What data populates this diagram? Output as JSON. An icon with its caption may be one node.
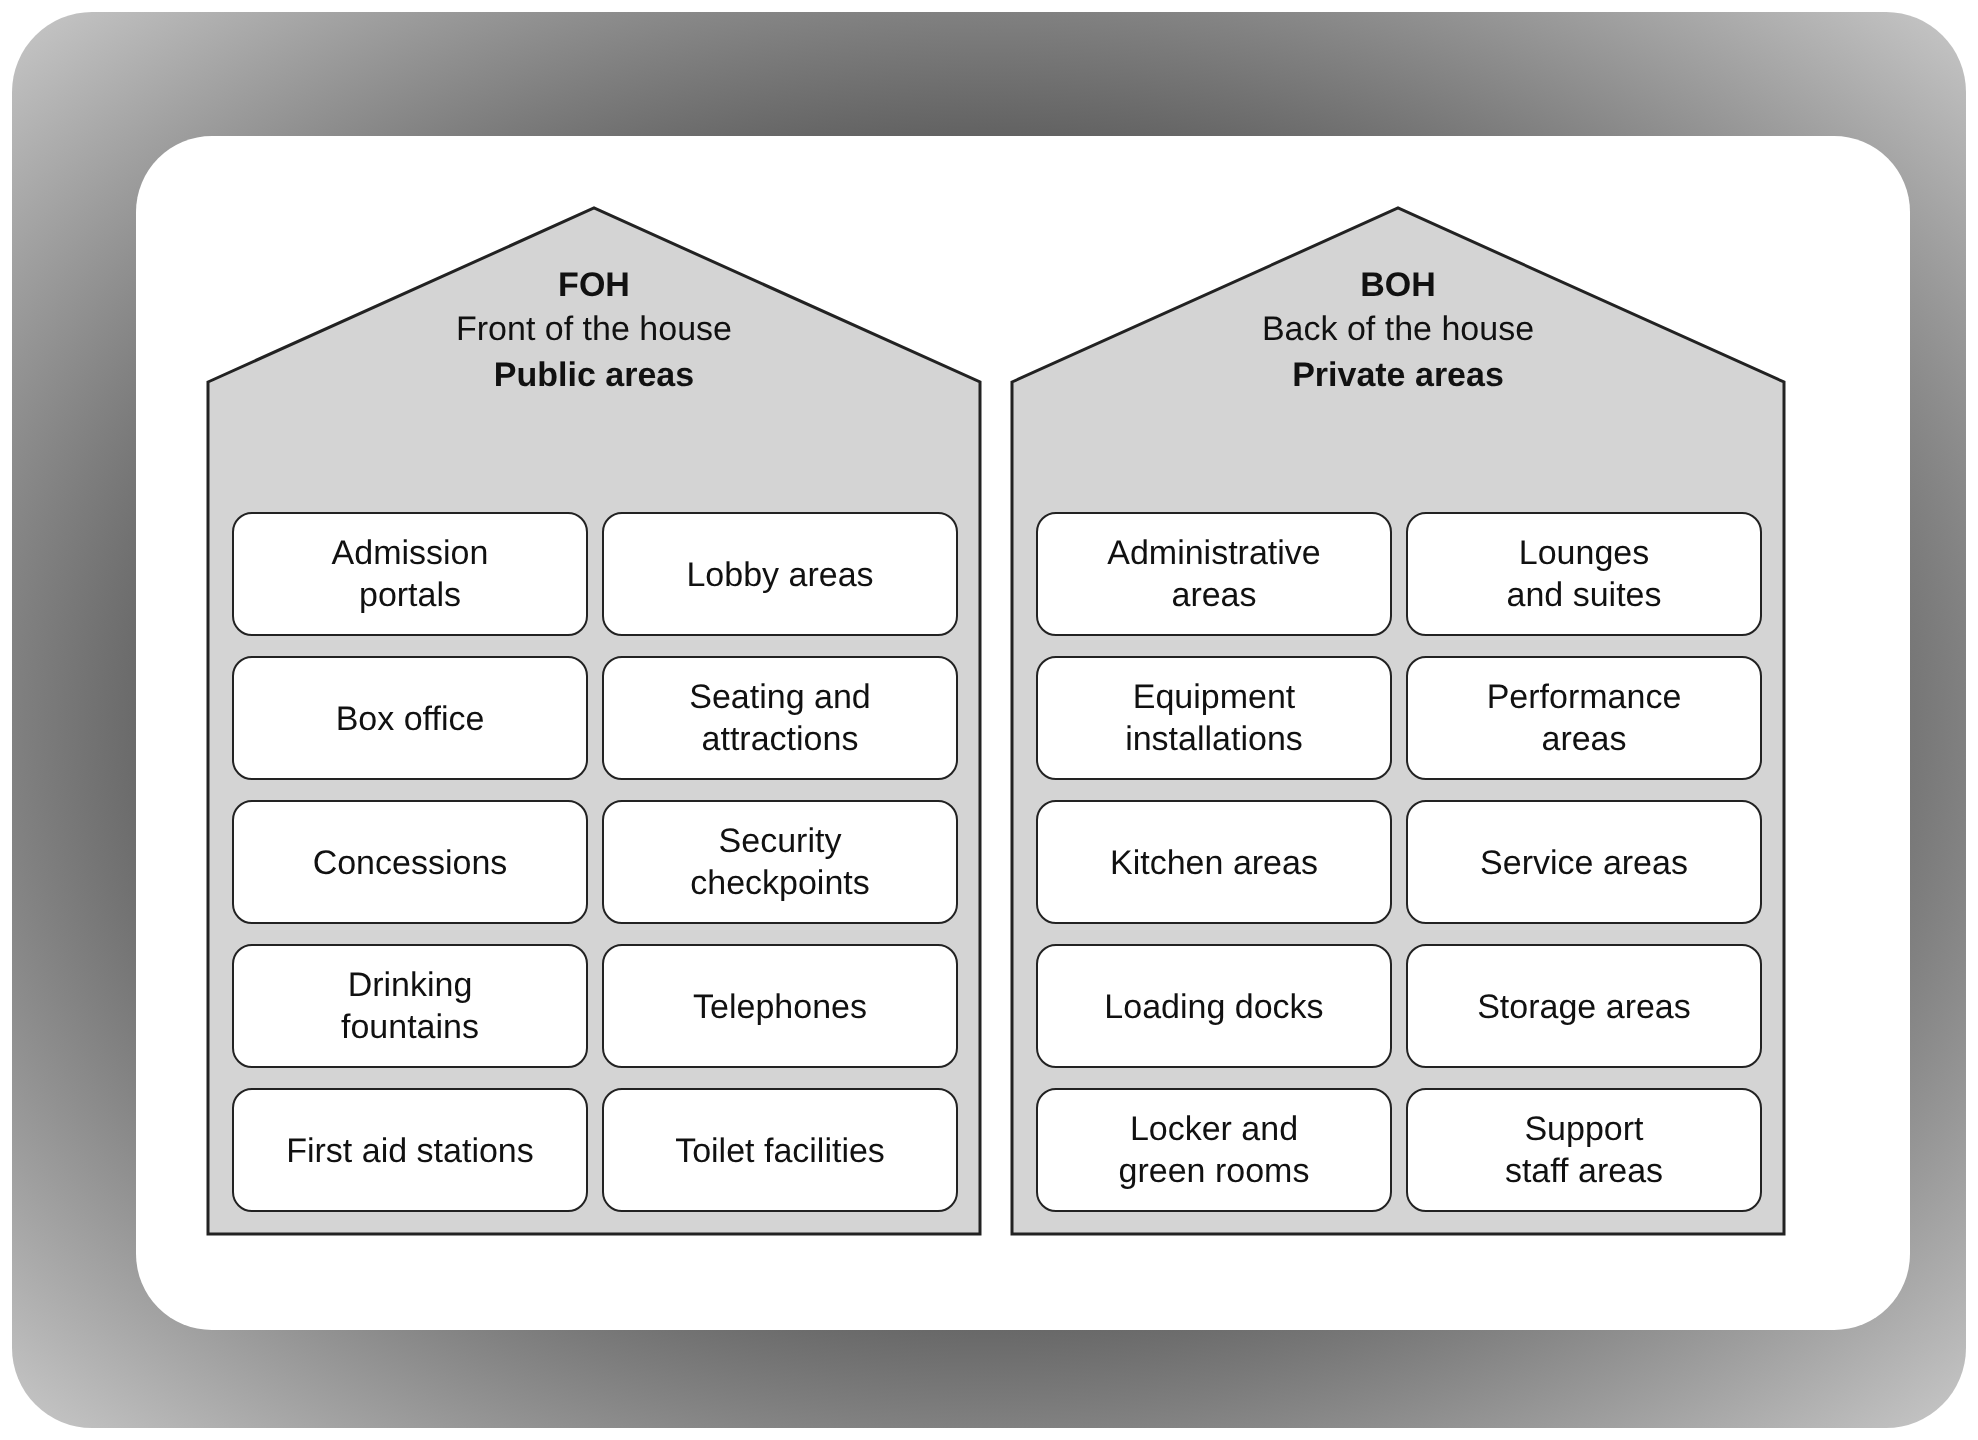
{
  "diagram": {
    "nodes": [
      {
        "text": [
          "FOH",
          "Front of the house",
          "Public areas"
        ]
      },
      {
        "text": [
          "Admission portals"
        ],
        "in": 0
      },
      {
        "text": [
          "Lobby areas"
        ],
        "in": 0
      },
      {
        "text": [
          "Box office"
        ],
        "in": 0
      },
      {
        "text": [
          "Seating and attractions"
        ],
        "in": 0
      },
      {
        "text": [
          "Concessions"
        ],
        "in": 0
      },
      {
        "text": [
          "Security checkpoints"
        ],
        "in": 0
      },
      {
        "text": [
          "Drinking fountains"
        ],
        "in": 0
      },
      {
        "text": [
          "Telephones"
        ],
        "in": 0
      },
      {
        "text": [
          "First aid stations"
        ],
        "in": 0
      },
      {
        "text": [
          "Toilet facilities"
        ],
        "in": 0
      },
      {
        "text": [
          "BOH",
          "Back of the house",
          "Private areas"
        ]
      },
      {
        "text": [
          "Administrative areas"
        ],
        "in": 11
      },
      {
        "text": [
          "Lounges and suites"
        ],
        "in": 11
      },
      {
        "text": [
          "Equipment installations"
        ],
        "in": 11
      },
      {
        "text": [
          "Performance areas"
        ],
        "in": 11
      },
      {
        "text": [
          "Kitchen areas"
        ],
        "in": 11
      },
      {
        "text": [
          "Service areas"
        ],
        "in": 11
      },
      {
        "text": [
          "Loading docks"
        ],
        "in": 11
      },
      {
        "text": [
          "Storage areas"
        ],
        "in": 11
      },
      {
        "text": [
          "Locker and green rooms"
        ],
        "in": 11
      },
      {
        "text": [
          "Support staff areas"
        ],
        "in": 11
      }
    ],
    "edges": []
  }
}
